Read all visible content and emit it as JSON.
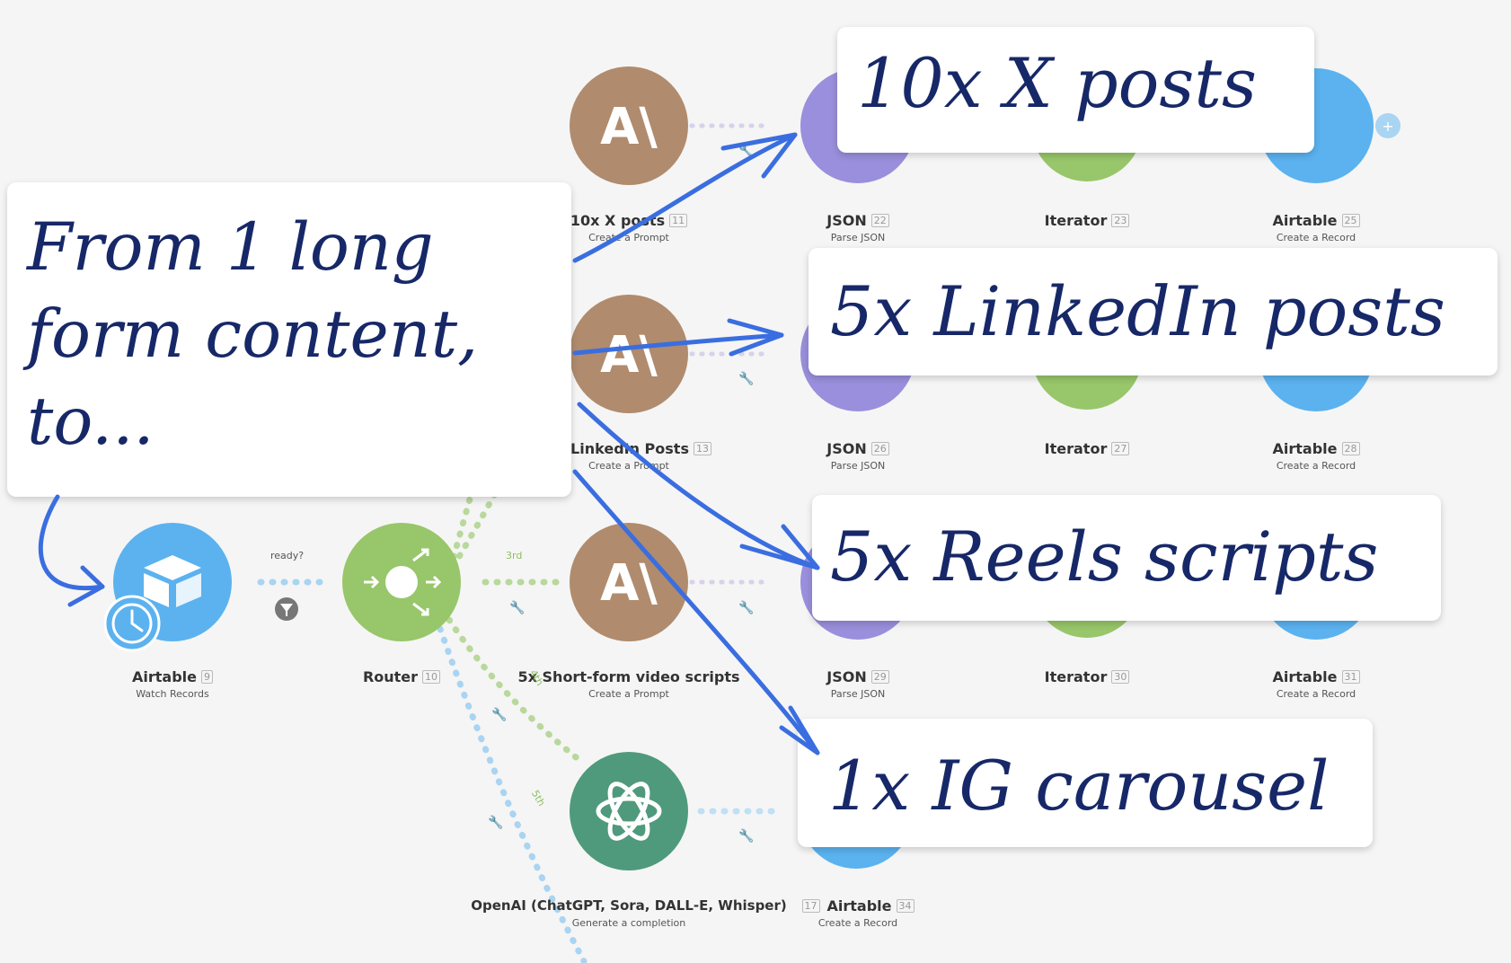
{
  "flow": {
    "trigger": {
      "label": "Airtable",
      "index": "9",
      "action": "Watch Records",
      "icon": "airtable-icon",
      "badge_icon": "clock-icon"
    },
    "router": {
      "label": "Router",
      "index": "10",
      "icon": "router-icon"
    },
    "route_labels": {
      "ready": "ready?",
      "third": "3rd",
      "fourth": "4th",
      "fifth": "5th"
    },
    "rows": [
      {
        "prompt": {
          "label": "10x X posts",
          "index": "11",
          "action": "Create a Prompt",
          "icon": "anthropic-icon"
        },
        "json": {
          "label": "JSON",
          "index": "22",
          "action": "Parse JSON"
        },
        "iterator": {
          "label": "Iterator",
          "index": "23"
        },
        "airtable": {
          "label": "Airtable",
          "index": "25",
          "action": "Create a Record"
        }
      },
      {
        "prompt": {
          "label": "5x LinkedIn Posts",
          "index": "13",
          "action": "Create a Prompt",
          "icon": "anthropic-icon"
        },
        "json": {
          "label": "JSON",
          "index": "26",
          "action": "Parse JSON"
        },
        "iterator": {
          "label": "Iterator",
          "index": "27"
        },
        "airtable": {
          "label": "Airtable",
          "index": "28",
          "action": "Create a Record"
        }
      },
      {
        "prompt": {
          "label": "5x Short-form video scripts",
          "index": "",
          "action": "Create a Prompt",
          "icon": "anthropic-icon"
        },
        "json": {
          "label": "JSON",
          "index": "29",
          "action": "Parse JSON"
        },
        "iterator": {
          "label": "Iterator",
          "index": "30"
        },
        "airtable": {
          "label": "Airtable",
          "index": "31",
          "action": "Create a Record"
        }
      }
    ],
    "openai": {
      "label": "OpenAI (ChatGPT, Sora, DALL-E, Whisper)",
      "action": "Generate a completion",
      "icon": "openai-icon"
    },
    "ig_airtable": {
      "prefix": "17",
      "label": "Airtable",
      "index": "34",
      "action": "Create a Record"
    }
  },
  "callouts": {
    "main": "From 1 long form content, to...",
    "x_posts": "10x X posts",
    "linkedin": "5x LinkedIn posts",
    "reels": "5x Reels scripts",
    "ig": "1x IG carousel"
  },
  "colors": {
    "anthropic": "#b08b6d",
    "json": "#9a8fdc",
    "iterator": "#98c66a",
    "airtable": "#5bb2ef",
    "openai": "#4f9a7c",
    "router": "#98c66a",
    "callout_text": "#172868",
    "arrow": "#3a6ee0"
  }
}
